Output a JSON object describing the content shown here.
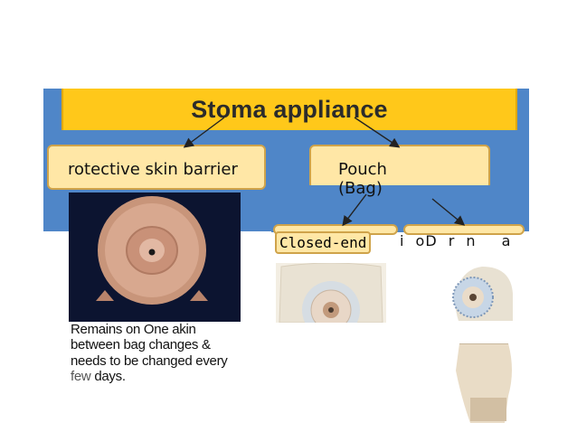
{
  "title": "Stoma appliance",
  "left_branch": {
    "label": "rotective skin barrier"
  },
  "right_branch": {
    "label": "Pouch (Bag)"
  },
  "pouch_types": {
    "closed_end": "Closed-end",
    "drainable_fragments": [
      "i",
      "oD",
      "r",
      "n",
      "a"
    ]
  },
  "description": {
    "line_main": "Remains on One akin between bag changes & needs to be changed every",
    "line_light": "few",
    "line_end": "days."
  },
  "colors": {
    "banner_blue": "#4f86c8",
    "title_yellow": "#ffc81a",
    "box_yellow": "#ffe7a6",
    "box_border": "#cfa34a"
  }
}
